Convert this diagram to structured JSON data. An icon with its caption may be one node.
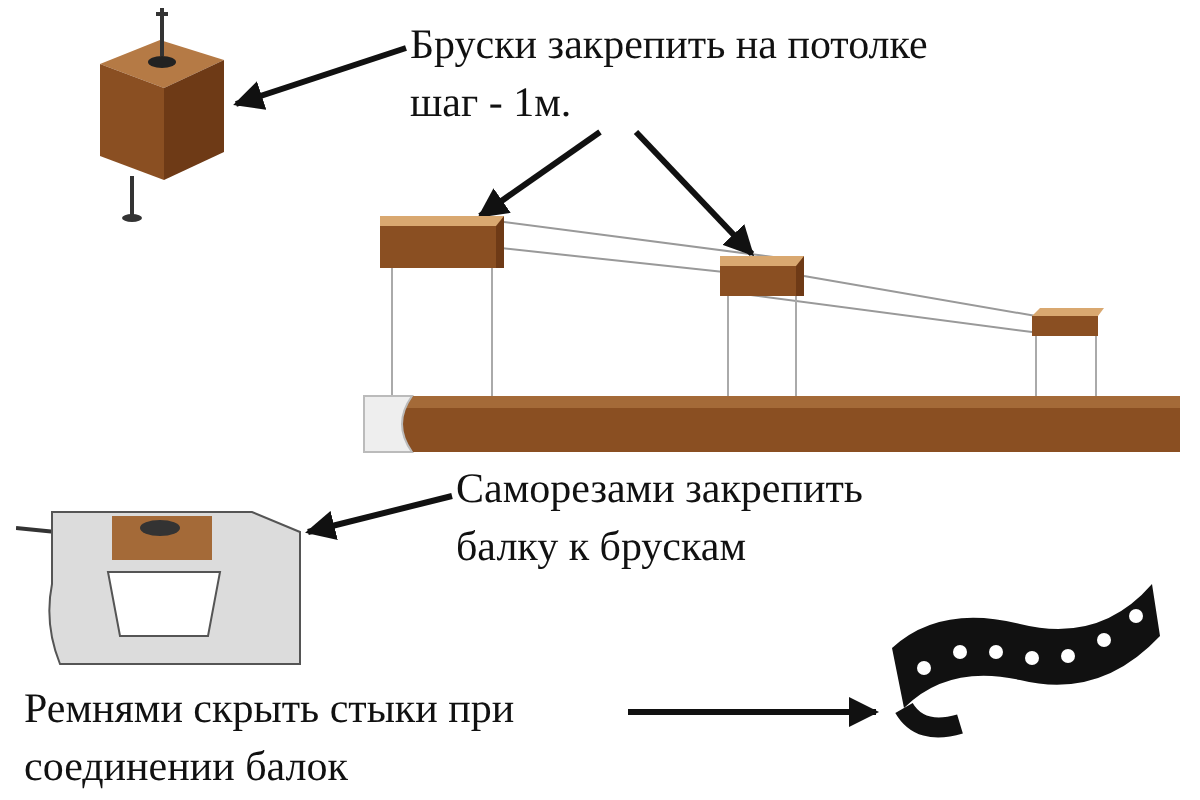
{
  "diagram": {
    "nodes": [
      {
        "text": [
          "Бруски закрепить на потолке шаг - 1м."
        ]
      },
      {
        "text": [],
        "shape": "picture"
      },
      {
        "text": [],
        "shape": "box"
      },
      {
        "text": [],
        "shape": "box"
      },
      {
        "text": [
          "Саморезами закрепить балку к брускам"
        ]
      },
      {
        "text": [],
        "shape": "picture"
      },
      {
        "text": [
          "Ремнями скрыть стыки при соединении балок"
        ]
      },
      {
        "text": [],
        "shape": "picture"
      }
    ],
    "edges": [
      {
        "from": 0,
        "to": 1,
        "arrow": "to"
      },
      {
        "from": 0,
        "to": 2,
        "arrow": "to"
      },
      {
        "from": 0,
        "to": 3,
        "arrow": "to"
      },
      {
        "from": 4,
        "to": 5,
        "arrow": "to"
      },
      {
        "from": 6,
        "to": 7,
        "arrow": "to"
      }
    ]
  }
}
